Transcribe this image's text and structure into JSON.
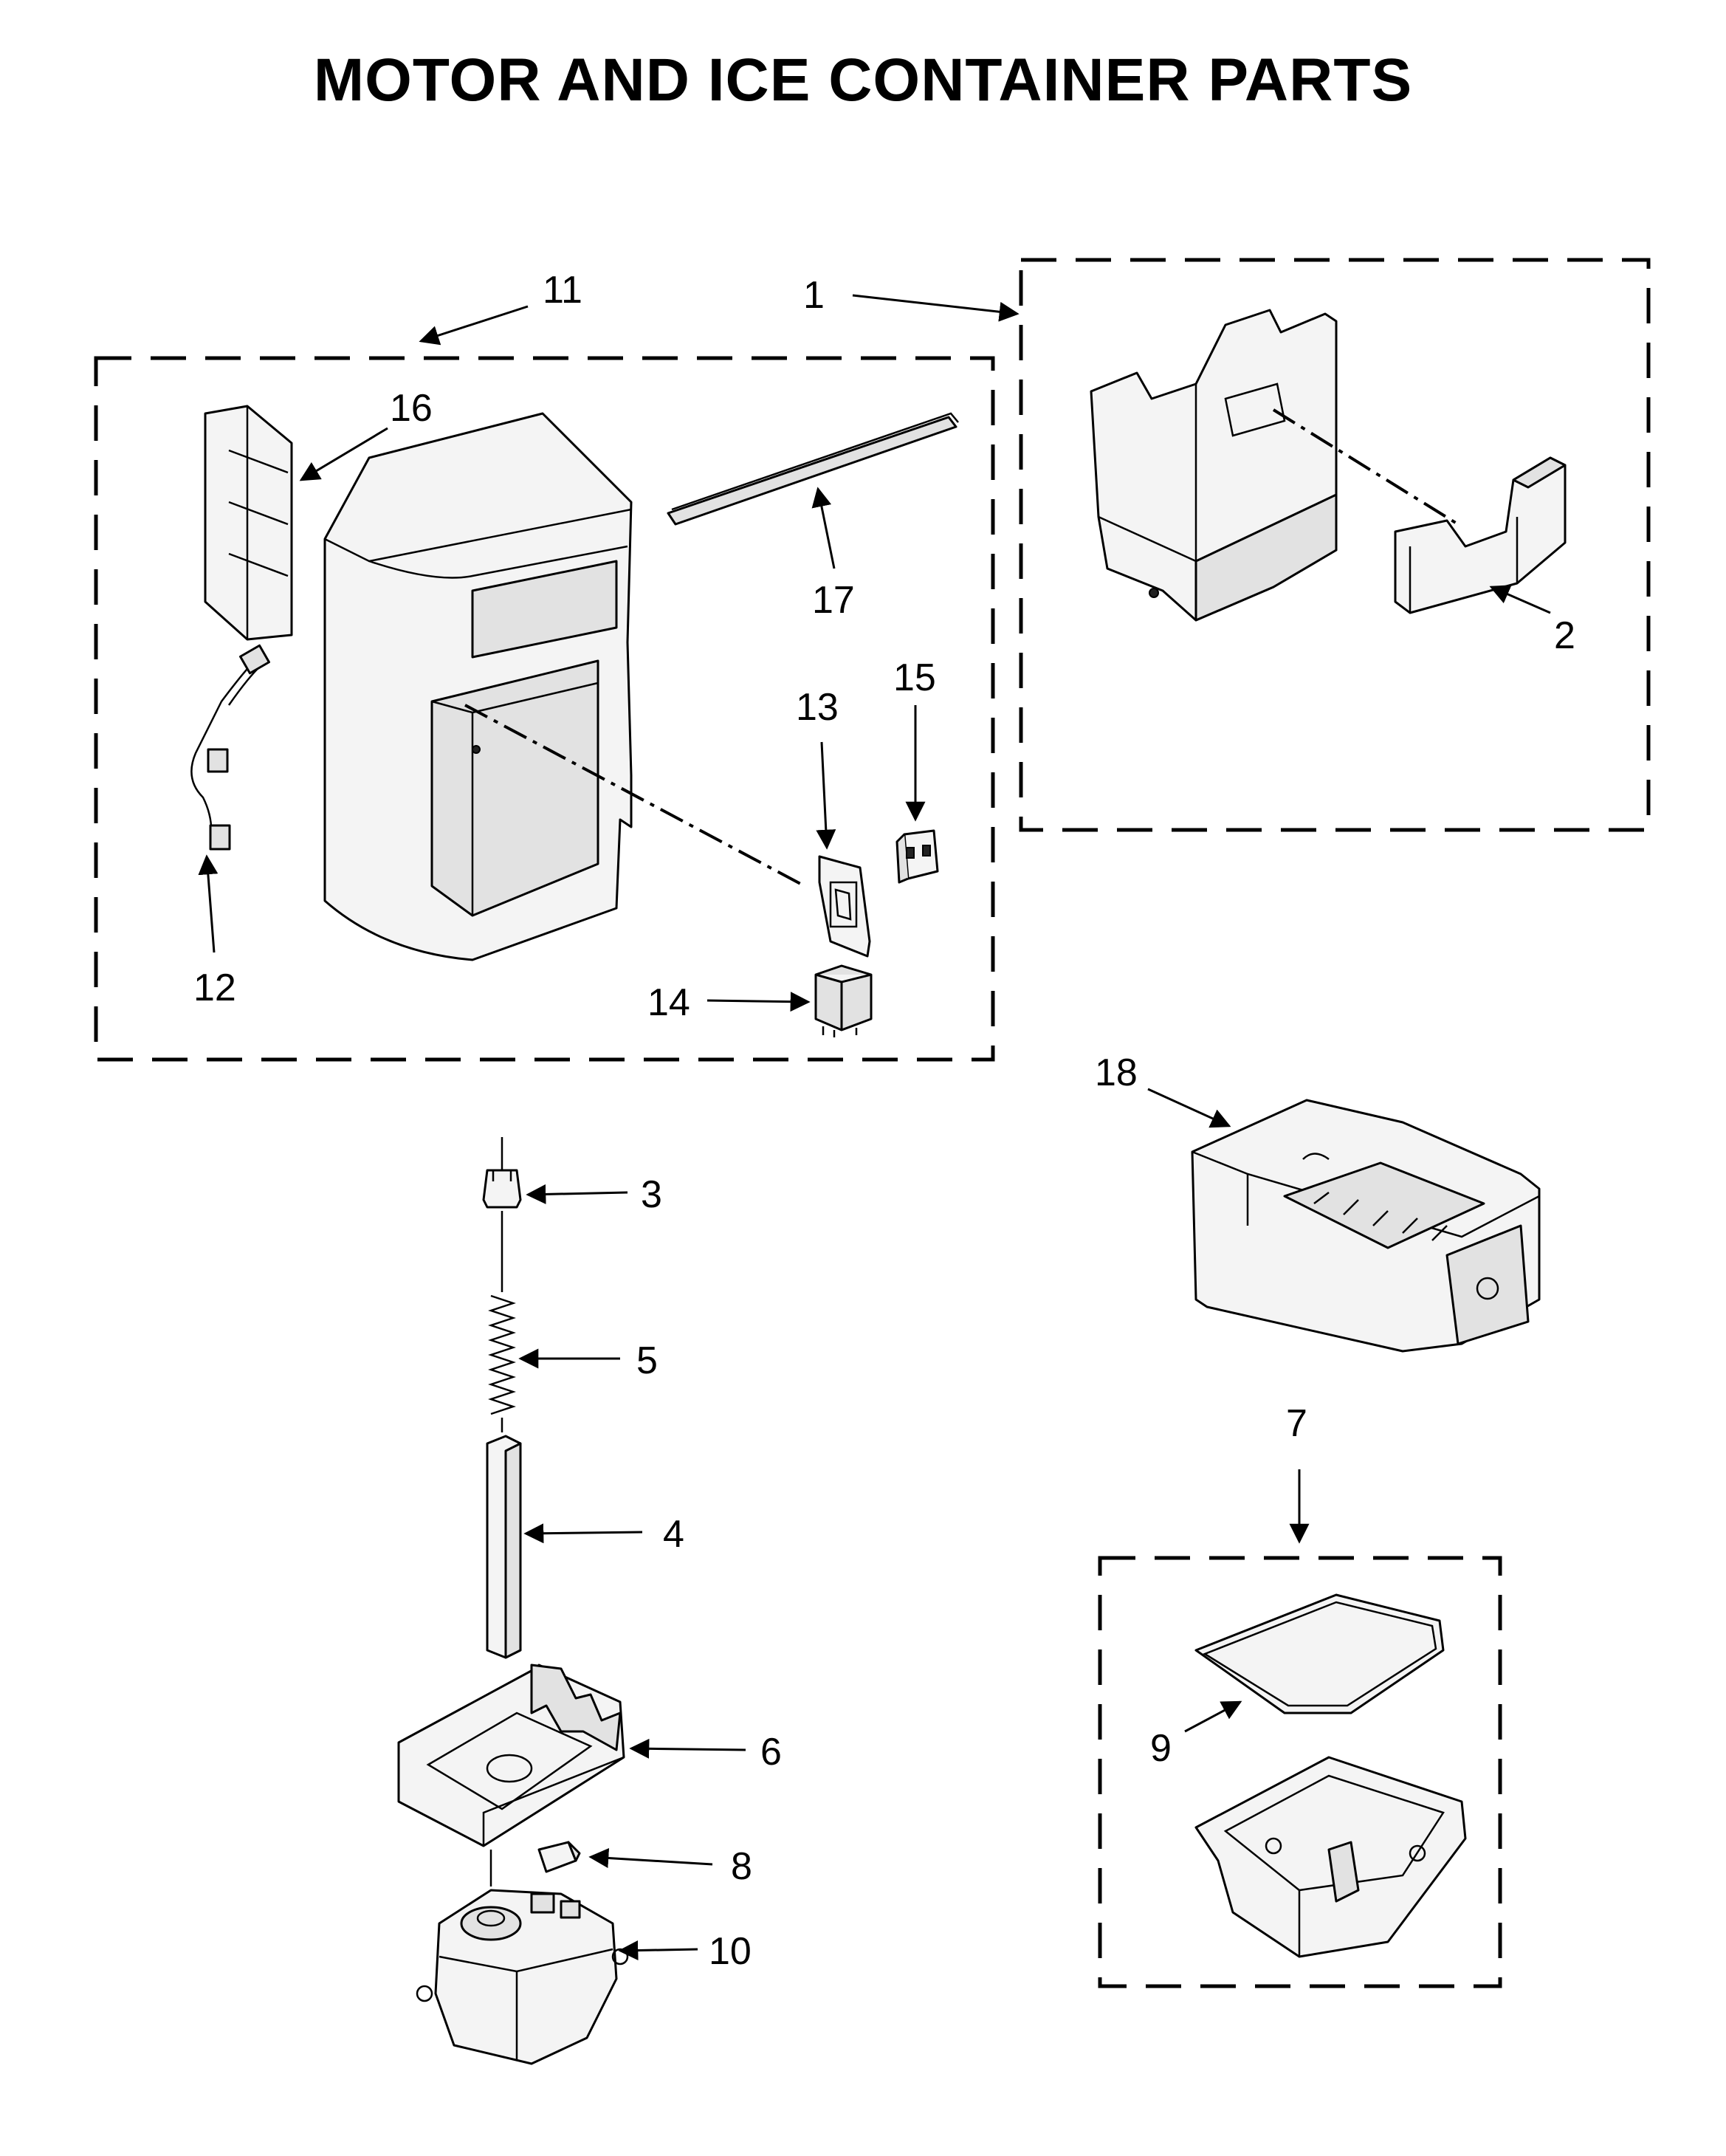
{
  "title": "MOTOR AND ICE CONTAINER PARTS",
  "callouts": [
    "1",
    "2",
    "3",
    "4",
    "5",
    "6",
    "7",
    "8",
    "9",
    "10",
    "11",
    "12",
    "13",
    "14",
    "15",
    "16",
    "17",
    "18"
  ],
  "parts": [
    {
      "name": "ice-container-assembly"
    },
    {
      "name": "ice-bin-front-bracket"
    },
    {
      "name": "auger-coupler"
    },
    {
      "name": "auger-shaft"
    },
    {
      "name": "auger-spring"
    },
    {
      "name": "motor-mount-bracket"
    },
    {
      "name": "ice-tray-assembly"
    },
    {
      "name": "bushing"
    },
    {
      "name": "tray-gasket"
    },
    {
      "name": "auger-motor"
    },
    {
      "name": "door-housing-assembly"
    },
    {
      "name": "wire-harness"
    },
    {
      "name": "switch-bracket"
    },
    {
      "name": "door-switch"
    },
    {
      "name": "small-switch"
    },
    {
      "name": "side-panel"
    },
    {
      "name": "seal-strip"
    },
    {
      "name": "ice-maker"
    }
  ]
}
